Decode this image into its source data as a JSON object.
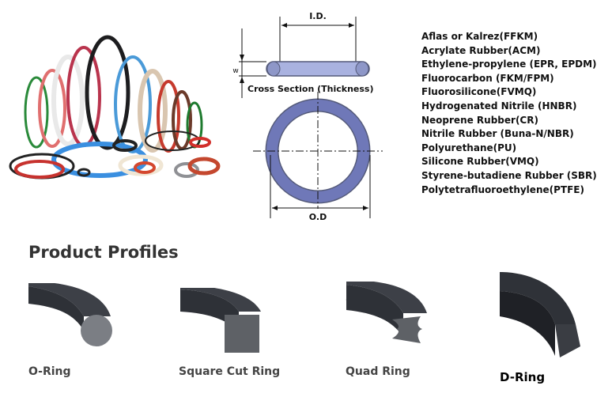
{
  "diagram": {
    "id_label": "I.D.",
    "w_label": "w",
    "cross_section_label": "Cross Section (Thickness)",
    "od_label": "O.D"
  },
  "materials": [
    "Aflas or Kalrez(FFKM)",
    "Acrylate Rubber(ACM)",
    "Ethylene-propylene (EPR, EPDM)",
    "Fluorocarbon (FKM/FPM)",
    "Fluorosilicone(FVMQ)",
    "Hydrogenated Nitrile (HNBR)",
    "Neoprene Rubber(CR)",
    "Nitrile Rubber (Buna-N/NBR)",
    "Polyurethane(PU)",
    "Silicone Rubber(VMQ)",
    "Styrene-butadiene Rubber (SBR)",
    "Polytetrafluoroethylene(PTFE)"
  ],
  "profiles": {
    "title": "Product Profiles",
    "items": [
      {
        "label": "O-Ring"
      },
      {
        "label": "Square Cut Ring"
      },
      {
        "label": "Quad Ring"
      },
      {
        "label": "D-Ring"
      }
    ]
  },
  "colors": {
    "ring_blue": "#6f78b8",
    "ring_light": "#a9b2e0",
    "rubber_dark": "#3d4047",
    "rubber_face": "#7b7e84"
  }
}
